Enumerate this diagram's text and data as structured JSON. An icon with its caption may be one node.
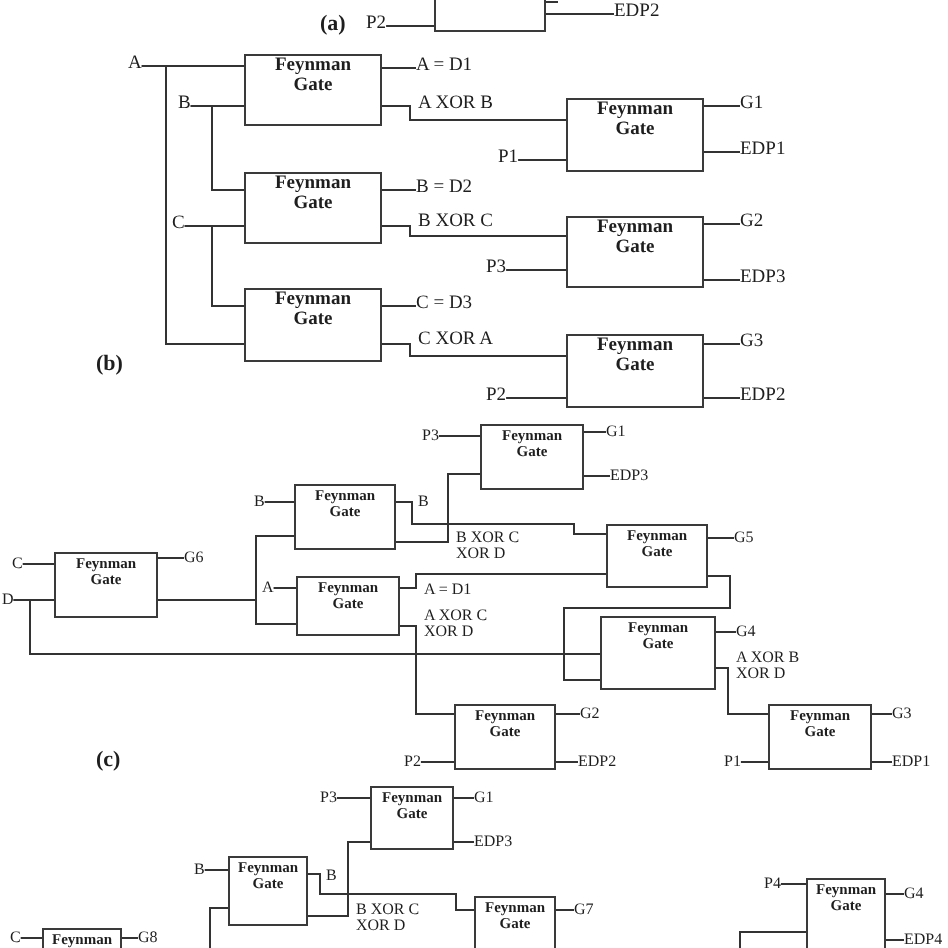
{
  "diagram": {
    "nodes": [
      {
        "text": [],
        "shape": "box"
      },
      {
        "text": [
          "P2"
        ]
      },
      {
        "text": [
          "EDP2"
        ]
      },
      {
        "text": [
          "A"
        ]
      },
      {
        "text": [
          "Feynman Gate"
        ]
      },
      {
        "text": [
          "A = D1"
        ]
      },
      {
        "text": [
          "B"
        ]
      },
      {
        "text": [
          "Feynman Gate"
        ]
      },
      {
        "text": [
          "G1"
        ]
      },
      {
        "text": [
          "P1"
        ]
      },
      {
        "text": [
          "EDP1"
        ]
      },
      {
        "text": [
          "Feynman Gate"
        ]
      },
      {
        "text": [
          "B = D2"
        ]
      },
      {
        "text": [
          "C"
        ]
      },
      {
        "text": [
          "Feynman Gate"
        ]
      },
      {
        "text": [
          "G2"
        ]
      },
      {
        "text": [
          "P3"
        ]
      },
      {
        "text": [
          "EDP3"
        ]
      },
      {
        "text": [
          "Feynman Gate"
        ]
      },
      {
        "text": [
          "C = D3"
        ]
      },
      {
        "text": [
          "Feynman Gate"
        ]
      },
      {
        "text": [
          "G3"
        ]
      },
      {
        "text": [
          "P2"
        ]
      },
      {
        "text": [
          "EDP2"
        ]
      },
      {
        "text": [
          "P3"
        ]
      },
      {
        "text": [
          "Feynman Gate"
        ]
      },
      {
        "text": [
          "G1"
        ]
      },
      {
        "text": [
          "EDP3"
        ]
      },
      {
        "text": [
          "B"
        ]
      },
      {
        "text": [
          "Feynman Gate"
        ]
      },
      {
        "text": [
          "Feynman Gate"
        ]
      },
      {
        "text": [
          "G5"
        ]
      },
      {
        "text": [
          "C"
        ]
      },
      {
        "text": [
          "Feynman Gate"
        ]
      },
      {
        "text": [
          "G6"
        ]
      },
      {
        "text": [
          "D"
        ]
      },
      {
        "text": [
          "A"
        ]
      },
      {
        "text": [
          "Feynman Gate"
        ]
      },
      {
        "text": [
          "Feynman Gate"
        ]
      },
      {
        "text": [
          "G4"
        ]
      },
      {
        "text": [
          "Feynman Gate"
        ]
      },
      {
        "text": [
          "G2"
        ]
      },
      {
        "text": [
          "Feynman Gate"
        ]
      },
      {
        "text": [
          "G3"
        ]
      },
      {
        "text": [
          "P2"
        ]
      },
      {
        "text": [
          "EDP2"
        ]
      },
      {
        "text": [
          "P1"
        ]
      },
      {
        "text": [
          "EDP1"
        ]
      },
      {
        "text": [
          "P3"
        ]
      },
      {
        "text": [
          "Feynman Gate"
        ]
      },
      {
        "text": [
          "G1"
        ]
      },
      {
        "text": [
          "EDP3"
        ]
      },
      {
        "text": [
          "B"
        ]
      },
      {
        "text": [
          "Feynman Gate"
        ]
      },
      {
        "text": [
          "Feynman Gate"
        ]
      },
      {
        "text": [
          "G7"
        ]
      },
      {
        "text": [
          "P4"
        ]
      },
      {
        "text": [
          "Feynman Gate"
        ]
      },
      {
        "text": [
          "G4"
        ]
      },
      {
        "text": [
          "C"
        ]
      },
      {
        "text": [
          "Feynman"
        ]
      },
      {
        "text": [
          "G8"
        ]
      },
      {
        "text": [
          "EDP4"
        ]
      }
    ],
    "edges": [
      {
        "from": 1,
        "to": 0,
        "arrow": "none"
      },
      {
        "from": 0,
        "to": 2,
        "arrow": "none"
      },
      {
        "from": 0,
        "to": null,
        "arrow": "none"
      },
      {
        "from": 3,
        "to": 4,
        "arrow": "none"
      },
      {
        "from": 3,
        "to": 18,
        "arrow": "none"
      },
      {
        "from": 6,
        "to": 4,
        "arrow": "none"
      },
      {
        "from": 6,
        "to": 11,
        "arrow": "none"
      },
      {
        "from": 13,
        "to": 11,
        "arrow": "none"
      },
      {
        "from": 13,
        "to": 18,
        "arrow": "none"
      },
      {
        "from": 4,
        "to": 5,
        "arrow": "none"
      },
      {
        "from": 4,
        "to": 7,
        "label": "A XOR B",
        "arrow": "none"
      },
      {
        "from": 9,
        "to": 7,
        "arrow": "none"
      },
      {
        "from": 7,
        "to": 8,
        "arrow": "none"
      },
      {
        "from": 7,
        "to": 10,
        "arrow": "none"
      },
      {
        "from": 11,
        "to": 12,
        "arrow": "none"
      },
      {
        "from": 11,
        "to": 14,
        "label": "B XOR C",
        "arrow": "none"
      },
      {
        "from": 16,
        "to": 14,
        "arrow": "none"
      },
      {
        "from": 14,
        "to": 15,
        "arrow": "none"
      },
      {
        "from": 14,
        "to": 17,
        "arrow": "none"
      },
      {
        "from": 18,
        "to": 19,
        "arrow": "none"
      },
      {
        "from": 18,
        "to": 20,
        "label": "C XOR A",
        "arrow": "none"
      },
      {
        "from": 22,
        "to": 20,
        "arrow": "none"
      },
      {
        "from": 20,
        "to": 21,
        "arrow": "none"
      },
      {
        "from": 20,
        "to": 23,
        "arrow": "none"
      },
      {
        "from": 32,
        "to": 33,
        "arrow": "none"
      },
      {
        "from": 35,
        "to": 33,
        "arrow": "none"
      },
      {
        "from": 35,
        "to": 38,
        "arrow": "none"
      },
      {
        "from": 33,
        "to": 34,
        "arrow": "none"
      },
      {
        "from": 33,
        "to": 29,
        "arrow": "none"
      },
      {
        "from": 33,
        "to": 37,
        "arrow": "none"
      },
      {
        "from": 28,
        "to": 29,
        "arrow": "none"
      },
      {
        "from": 36,
        "to": 37,
        "arrow": "none"
      },
      {
        "from": 29,
        "to": 30,
        "label": "B",
        "arrow": "none"
      },
      {
        "from": 29,
        "to": 25,
        "label": "B XOR C XOR D",
        "arrow": "none"
      },
      {
        "from": 24,
        "to": 25,
        "arrow": "none"
      },
      {
        "from": 25,
        "to": 26,
        "arrow": "none"
      },
      {
        "from": 25,
        "to": 27,
        "arrow": "none"
      },
      {
        "from": 37,
        "to": 30,
        "label": "A = D1",
        "arrow": "none"
      },
      {
        "from": 37,
        "to": 40,
        "label": "A XOR C XOR D",
        "arrow": "none"
      },
      {
        "from": 30,
        "to": 31,
        "arrow": "none"
      },
      {
        "from": 30,
        "to": 38,
        "arrow": "none"
      },
      {
        "from": 38,
        "to": 39,
        "arrow": "none"
      },
      {
        "from": 38,
        "to": 42,
        "label": "A XOR B XOR D",
        "arrow": "none"
      },
      {
        "from": 44,
        "to": 40,
        "arrow": "none"
      },
      {
        "from": 40,
        "to": 41,
        "arrow": "none"
      },
      {
        "from": 40,
        "to": 45,
        "arrow": "none"
      },
      {
        "from": 46,
        "to": 42,
        "arrow": "none"
      },
      {
        "from": 42,
        "to": 43,
        "arrow": "none"
      },
      {
        "from": 42,
        "to": 47,
        "arrow": "none"
      },
      {
        "from": 48,
        "to": 49,
        "arrow": "none"
      },
      {
        "from": 49,
        "to": 50,
        "arrow": "none"
      },
      {
        "from": 49,
        "to": 51,
        "arrow": "none"
      },
      {
        "from": 52,
        "to": 53,
        "arrow": "none"
      },
      {
        "from": null,
        "to": 53,
        "arrow": "none"
      },
      {
        "from": 53,
        "to": 49,
        "label": "B XOR C XOR D",
        "arrow": "none"
      },
      {
        "from": 53,
        "to": 54,
        "label": "B",
        "arrow": "none"
      },
      {
        "from": 54,
        "to": 55,
        "arrow": "none"
      },
      {
        "from": 56,
        "to": 57,
        "arrow": "none"
      },
      {
        "from": null,
        "to": 57,
        "arrow": "none"
      },
      {
        "from": 57,
        "to": 58,
        "arrow": "none"
      },
      {
        "from": 57,
        "to": 62,
        "arrow": "none"
      },
      {
        "from": 59,
        "to": 60,
        "arrow": "none"
      },
      {
        "from": 60,
        "to": 61,
        "arrow": "none"
      }
    ],
    "labels": [
      "(a)",
      "(b)",
      "(c)"
    ]
  }
}
